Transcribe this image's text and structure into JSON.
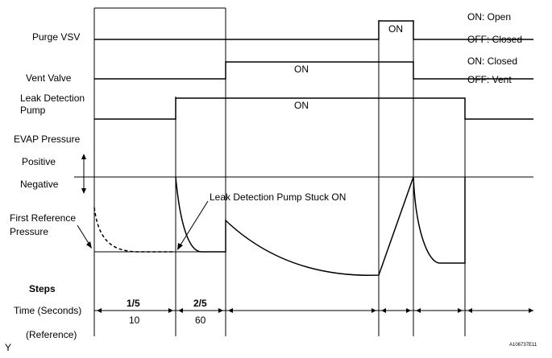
{
  "signals": {
    "purge_vsv": {
      "label": "Purge VSV",
      "on_tag": "ON",
      "state_on": "ON: Open",
      "state_off": "OFF: Closed"
    },
    "vent_valve": {
      "label": "Vent Valve",
      "on_tag": "ON",
      "state_on": "ON: Closed",
      "state_off": "OFF: Vent"
    },
    "leak_detection_pump": {
      "label_line1": "Leak Detection",
      "label_line2": "Pump",
      "on_tag": "ON"
    },
    "evap_pressure": {
      "label": "EVAP Pressure",
      "positive": "Positive",
      "negative": "Negative",
      "first_reference_line1": "First Reference",
      "first_reference_line2": "Pressure",
      "annotation": "Leak Detection Pump Stuck ON"
    }
  },
  "steps": {
    "heading": "Steps",
    "time_label": "Time (Seconds)",
    "reference_label": "(Reference)",
    "columns": [
      {
        "step": "1/5",
        "time": "10"
      },
      {
        "step": "2/5",
        "time": "60"
      }
    ]
  },
  "corner_mark": "Y",
  "figure_id": "A106737E11"
}
